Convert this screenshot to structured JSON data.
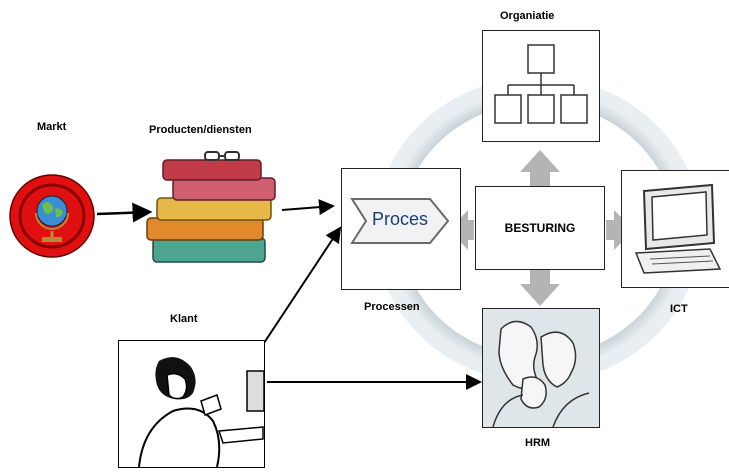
{
  "labels": {
    "markt": "Markt",
    "producten": "Producten/diensten",
    "klant": "Klant",
    "organisatie": "Organiatie",
    "processen": "Processen",
    "ict": "ICT",
    "hrm": "HRM",
    "besturing": "BESTURING",
    "proces_arrow": "Proces"
  },
  "icons": {
    "globe": "globe-icon",
    "books": "books-icon",
    "customer": "customer-phone-icon",
    "org": "org-chart-icon",
    "proces": "proces-arrow-icon",
    "computer": "computer-icon",
    "hrm": "people-icon"
  },
  "colors": {
    "ring": "#cfd8de",
    "arrow": "#b0b0b0",
    "globe_red": "#e01010"
  }
}
